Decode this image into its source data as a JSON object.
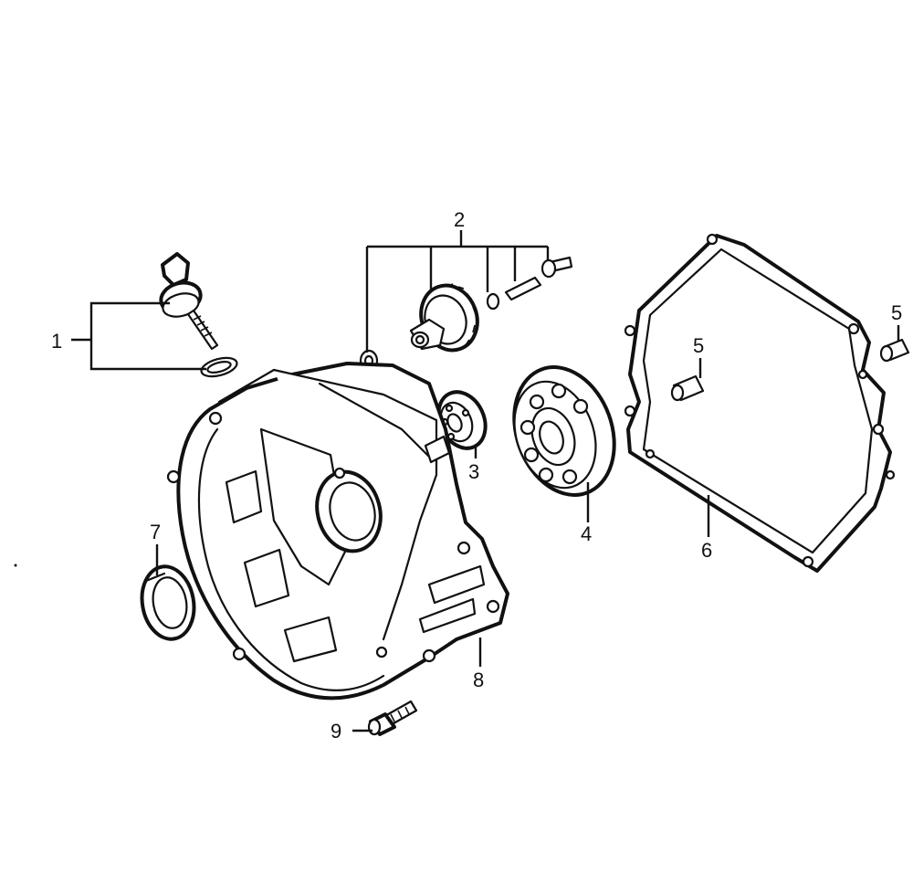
{
  "labels": {
    "p1": "1",
    "p2": "2",
    "p3": "3",
    "p4": "4",
    "p5a": "5",
    "p5b": "5",
    "p6": "6",
    "p7": "7",
    "p8": "8",
    "p9": "9"
  },
  "colors": {
    "ink": "#111111",
    "paper": "#ffffff"
  }
}
